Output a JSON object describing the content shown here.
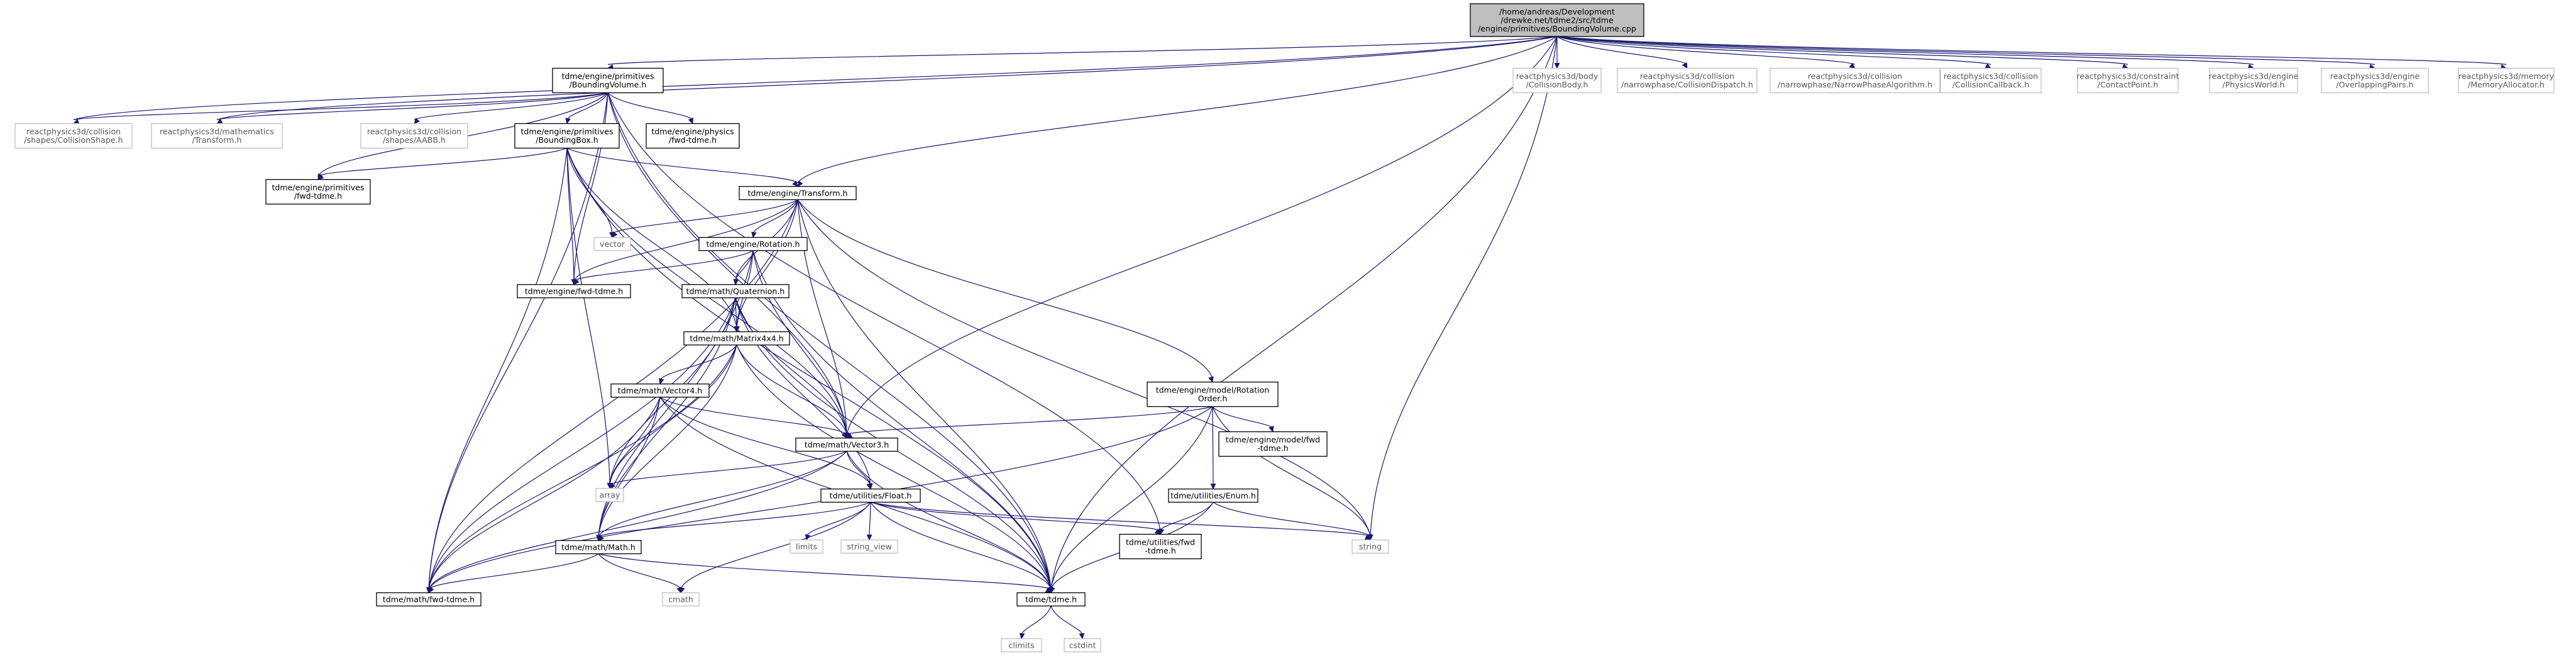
{
  "graph": {
    "title": "",
    "colors": {
      "edge": "#191970",
      "root_fill": "#bfbfbf",
      "node_border": "#000000",
      "external_border": "#bfbfbf",
      "external_text": "#595959"
    },
    "nodes": [
      {
        "id": "root",
        "lines": [
          "/home/andreas/Development",
          "/drewke.net/tdme2/src/tdme",
          "/engine/primitives/BoundingVolume.cpp"
        ],
        "kind": "root"
      },
      {
        "id": "bv",
        "lines": [
          "tdme/engine/primitives",
          "/BoundingVolume.h"
        ],
        "kind": "internal"
      },
      {
        "id": "rp_body",
        "lines": [
          "reactphysics3d/body",
          "/CollisionBody.h"
        ],
        "kind": "external"
      },
      {
        "id": "rp_cdisp",
        "lines": [
          "reactphysics3d/collision",
          "/narrowphase/CollisionDispatch.h"
        ],
        "kind": "external"
      },
      {
        "id": "rp_npalg",
        "lines": [
          "reactphysics3d/collision",
          "/narrowphase/NarrowPhaseAlgorithm.h"
        ],
        "kind": "external"
      },
      {
        "id": "rp_ccb",
        "lines": [
          "reactphysics3d/collision",
          "/CollisionCallback.h"
        ],
        "kind": "external"
      },
      {
        "id": "rp_cp",
        "lines": [
          "reactphysics3d/constraint",
          "/ContactPoint.h"
        ],
        "kind": "external"
      },
      {
        "id": "rp_pw",
        "lines": [
          "reactphysics3d/engine",
          "/PhysicsWorld.h"
        ],
        "kind": "external"
      },
      {
        "id": "rp_op",
        "lines": [
          "reactphysics3d/engine",
          "/OverlappingPairs.h"
        ],
        "kind": "external"
      },
      {
        "id": "rp_ma",
        "lines": [
          "reactphysics3d/memory",
          "/MemoryAllocator.h"
        ],
        "kind": "external"
      },
      {
        "id": "rp_cs",
        "lines": [
          "reactphysics3d/collision",
          "/shapes/CollisionShape.h"
        ],
        "kind": "external"
      },
      {
        "id": "rp_tr",
        "lines": [
          "reactphysics3d/mathematics",
          "/Transform.h"
        ],
        "kind": "external"
      },
      {
        "id": "rp_aabb",
        "lines": [
          "reactphysics3d/collision",
          "/shapes/AABB.h"
        ],
        "kind": "external"
      },
      {
        "id": "bb",
        "lines": [
          "tdme/engine/primitives",
          "/BoundingBox.h"
        ],
        "kind": "internal"
      },
      {
        "id": "phys_fwd",
        "lines": [
          "tdme/engine/physics",
          "/fwd-tdme.h"
        ],
        "kind": "internal"
      },
      {
        "id": "prim_fwd",
        "lines": [
          "tdme/engine/primitives",
          "/fwd-tdme.h"
        ],
        "kind": "internal"
      },
      {
        "id": "transform",
        "lines": [
          "tdme/engine/Transform.h"
        ],
        "kind": "internal"
      },
      {
        "id": "vector",
        "lines": [
          "vector"
        ],
        "kind": "external"
      },
      {
        "id": "rotation",
        "lines": [
          "tdme/engine/Rotation.h"
        ],
        "kind": "internal"
      },
      {
        "id": "eng_fwd",
        "lines": [
          "tdme/engine/fwd-tdme.h"
        ],
        "kind": "internal"
      },
      {
        "id": "quat",
        "lines": [
          "tdme/math/Quaternion.h"
        ],
        "kind": "internal"
      },
      {
        "id": "mat4",
        "lines": [
          "tdme/math/Matrix4x4.h"
        ],
        "kind": "internal"
      },
      {
        "id": "vec4",
        "lines": [
          "tdme/math/Vector4.h"
        ],
        "kind": "internal"
      },
      {
        "id": "rotorder",
        "lines": [
          "tdme/engine/model/Rotation",
          "Order.h"
        ],
        "kind": "internal"
      },
      {
        "id": "model_fwd",
        "lines": [
          "tdme/engine/model/fwd",
          "-tdme.h"
        ],
        "kind": "internal"
      },
      {
        "id": "vec3",
        "lines": [
          "tdme/math/Vector3.h"
        ],
        "kind": "internal"
      },
      {
        "id": "array",
        "lines": [
          "array"
        ],
        "kind": "external"
      },
      {
        "id": "enum",
        "lines": [
          "tdme/utilities/Enum.h"
        ],
        "kind": "internal"
      },
      {
        "id": "float",
        "lines": [
          "tdme/utilities/Float.h"
        ],
        "kind": "internal"
      },
      {
        "id": "limits",
        "lines": [
          "limits"
        ],
        "kind": "external"
      },
      {
        "id": "string_view",
        "lines": [
          "string_view"
        ],
        "kind": "external"
      },
      {
        "id": "util_fwd",
        "lines": [
          "tdme/utilities/fwd",
          "-tdme.h"
        ],
        "kind": "internal"
      },
      {
        "id": "string",
        "lines": [
          "string"
        ],
        "kind": "external"
      },
      {
        "id": "mathh",
        "lines": [
          "tdme/math/Math.h"
        ],
        "kind": "internal"
      },
      {
        "id": "math_fwd",
        "lines": [
          "tdme/math/fwd-tdme.h"
        ],
        "kind": "internal"
      },
      {
        "id": "cmath",
        "lines": [
          "cmath"
        ],
        "kind": "external"
      },
      {
        "id": "tdmeh",
        "lines": [
          "tdme/tdme.h"
        ],
        "kind": "internal"
      },
      {
        "id": "climits",
        "lines": [
          "climits"
        ],
        "kind": "external"
      },
      {
        "id": "cstdint",
        "lines": [
          "cstdint"
        ],
        "kind": "external"
      }
    ],
    "edges": [
      [
        "root",
        "bv"
      ],
      [
        "root",
        "rp_body"
      ],
      [
        "root",
        "rp_cdisp"
      ],
      [
        "root",
        "rp_npalg"
      ],
      [
        "root",
        "rp_ccb"
      ],
      [
        "root",
        "rp_cp"
      ],
      [
        "root",
        "rp_pw"
      ],
      [
        "root",
        "rp_op"
      ],
      [
        "root",
        "rp_ma"
      ],
      [
        "root",
        "rp_cs"
      ],
      [
        "root",
        "rp_tr"
      ],
      [
        "root",
        "transform"
      ],
      [
        "root",
        "vec3"
      ],
      [
        "root",
        "string"
      ],
      [
        "root",
        "tdmeh"
      ],
      [
        "bv",
        "rp_cs"
      ],
      [
        "bv",
        "rp_tr"
      ],
      [
        "bv",
        "rp_aabb"
      ],
      [
        "bv",
        "bb"
      ],
      [
        "bv",
        "phys_fwd"
      ],
      [
        "bv",
        "prim_fwd"
      ],
      [
        "bv",
        "eng_fwd"
      ],
      [
        "bv",
        "vec3"
      ],
      [
        "bv",
        "math_fwd"
      ],
      [
        "bv",
        "util_fwd"
      ],
      [
        "bv",
        "tdmeh"
      ],
      [
        "bb",
        "prim_fwd"
      ],
      [
        "bb",
        "transform"
      ],
      [
        "bb",
        "vector"
      ],
      [
        "bb",
        "eng_fwd"
      ],
      [
        "bb",
        "mat4"
      ],
      [
        "bb",
        "vec3"
      ],
      [
        "bb",
        "array"
      ],
      [
        "bb",
        "math_fwd"
      ],
      [
        "bb",
        "tdmeh"
      ],
      [
        "transform",
        "rotation"
      ],
      [
        "transform",
        "eng_fwd"
      ],
      [
        "transform",
        "quat"
      ],
      [
        "transform",
        "mat4"
      ],
      [
        "transform",
        "vec3"
      ],
      [
        "transform",
        "vector"
      ],
      [
        "transform",
        "rotorder"
      ],
      [
        "transform",
        "string"
      ],
      [
        "transform",
        "math_fwd"
      ],
      [
        "transform",
        "tdmeh"
      ],
      [
        "rotation",
        "eng_fwd"
      ],
      [
        "rotation",
        "quat"
      ],
      [
        "rotation",
        "mat4"
      ],
      [
        "rotation",
        "vec3"
      ],
      [
        "rotation",
        "mathh"
      ],
      [
        "rotation",
        "tdmeh"
      ],
      [
        "quat",
        "mat4"
      ],
      [
        "quat",
        "vec3"
      ],
      [
        "quat",
        "array"
      ],
      [
        "quat",
        "mathh"
      ],
      [
        "quat",
        "float"
      ],
      [
        "quat",
        "math_fwd"
      ],
      [
        "quat",
        "tdmeh"
      ],
      [
        "mat4",
        "vec4"
      ],
      [
        "mat4",
        "vec3"
      ],
      [
        "mat4",
        "array"
      ],
      [
        "mat4",
        "mathh"
      ],
      [
        "mat4",
        "math_fwd"
      ],
      [
        "mat4",
        "tdmeh"
      ],
      [
        "vec4",
        "vec3"
      ],
      [
        "vec4",
        "array"
      ],
      [
        "vec4",
        "mathh"
      ],
      [
        "vec4",
        "float"
      ],
      [
        "vec4",
        "math_fwd"
      ],
      [
        "vec4",
        "tdmeh"
      ],
      [
        "rotorder",
        "vec3"
      ],
      [
        "rotorder",
        "model_fwd"
      ],
      [
        "rotorder",
        "enum"
      ],
      [
        "rotorder",
        "string"
      ],
      [
        "rotorder",
        "math_fwd"
      ],
      [
        "rotorder",
        "tdmeh"
      ],
      [
        "vec3",
        "array"
      ],
      [
        "vec3",
        "mathh"
      ],
      [
        "vec3",
        "float"
      ],
      [
        "vec3",
        "math_fwd"
      ],
      [
        "vec3",
        "tdmeh"
      ],
      [
        "enum",
        "string"
      ],
      [
        "enum",
        "util_fwd"
      ],
      [
        "enum",
        "tdmeh"
      ],
      [
        "float",
        "limits"
      ],
      [
        "float",
        "string_view"
      ],
      [
        "float",
        "string"
      ],
      [
        "float",
        "util_fwd"
      ],
      [
        "float",
        "mathh"
      ],
      [
        "float",
        "cmath"
      ],
      [
        "float",
        "tdmeh"
      ],
      [
        "mathh",
        "cmath"
      ],
      [
        "mathh",
        "math_fwd"
      ],
      [
        "mathh",
        "tdmeh"
      ],
      [
        "tdmeh",
        "climits"
      ],
      [
        "tdmeh",
        "cstdint"
      ]
    ]
  }
}
